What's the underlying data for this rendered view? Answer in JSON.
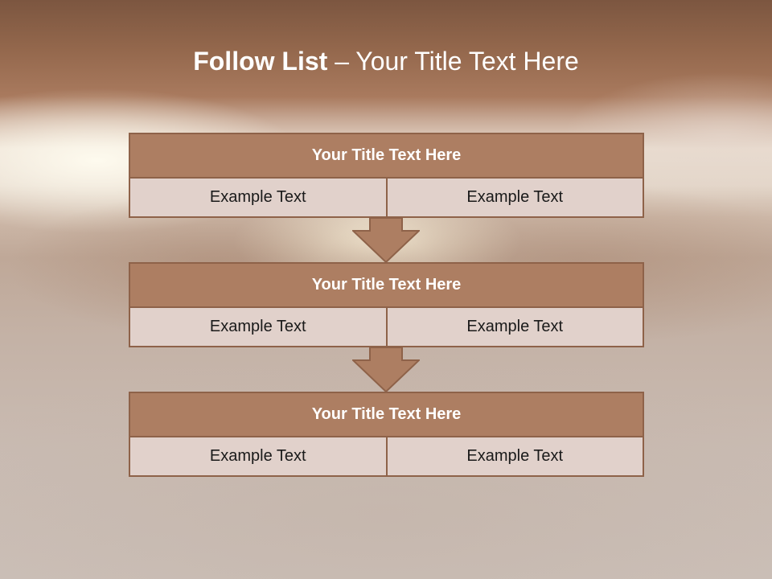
{
  "title": {
    "bold": "Follow List",
    "rest": " – Your Title Text Here"
  },
  "steps": [
    {
      "header": "Your Title Text Here",
      "cells": [
        "Example Text",
        "Example Text"
      ]
    },
    {
      "header": "Your Title Text Here",
      "cells": [
        "Example Text",
        "Example Text"
      ]
    },
    {
      "header": "Your Title Text Here",
      "cells": [
        "Example Text",
        "Example Text"
      ]
    }
  ],
  "colors": {
    "header_fill": "#ad7e62",
    "border": "#8e6249",
    "row_fill": "#e1d1cb",
    "title_text": "#ffffff"
  }
}
